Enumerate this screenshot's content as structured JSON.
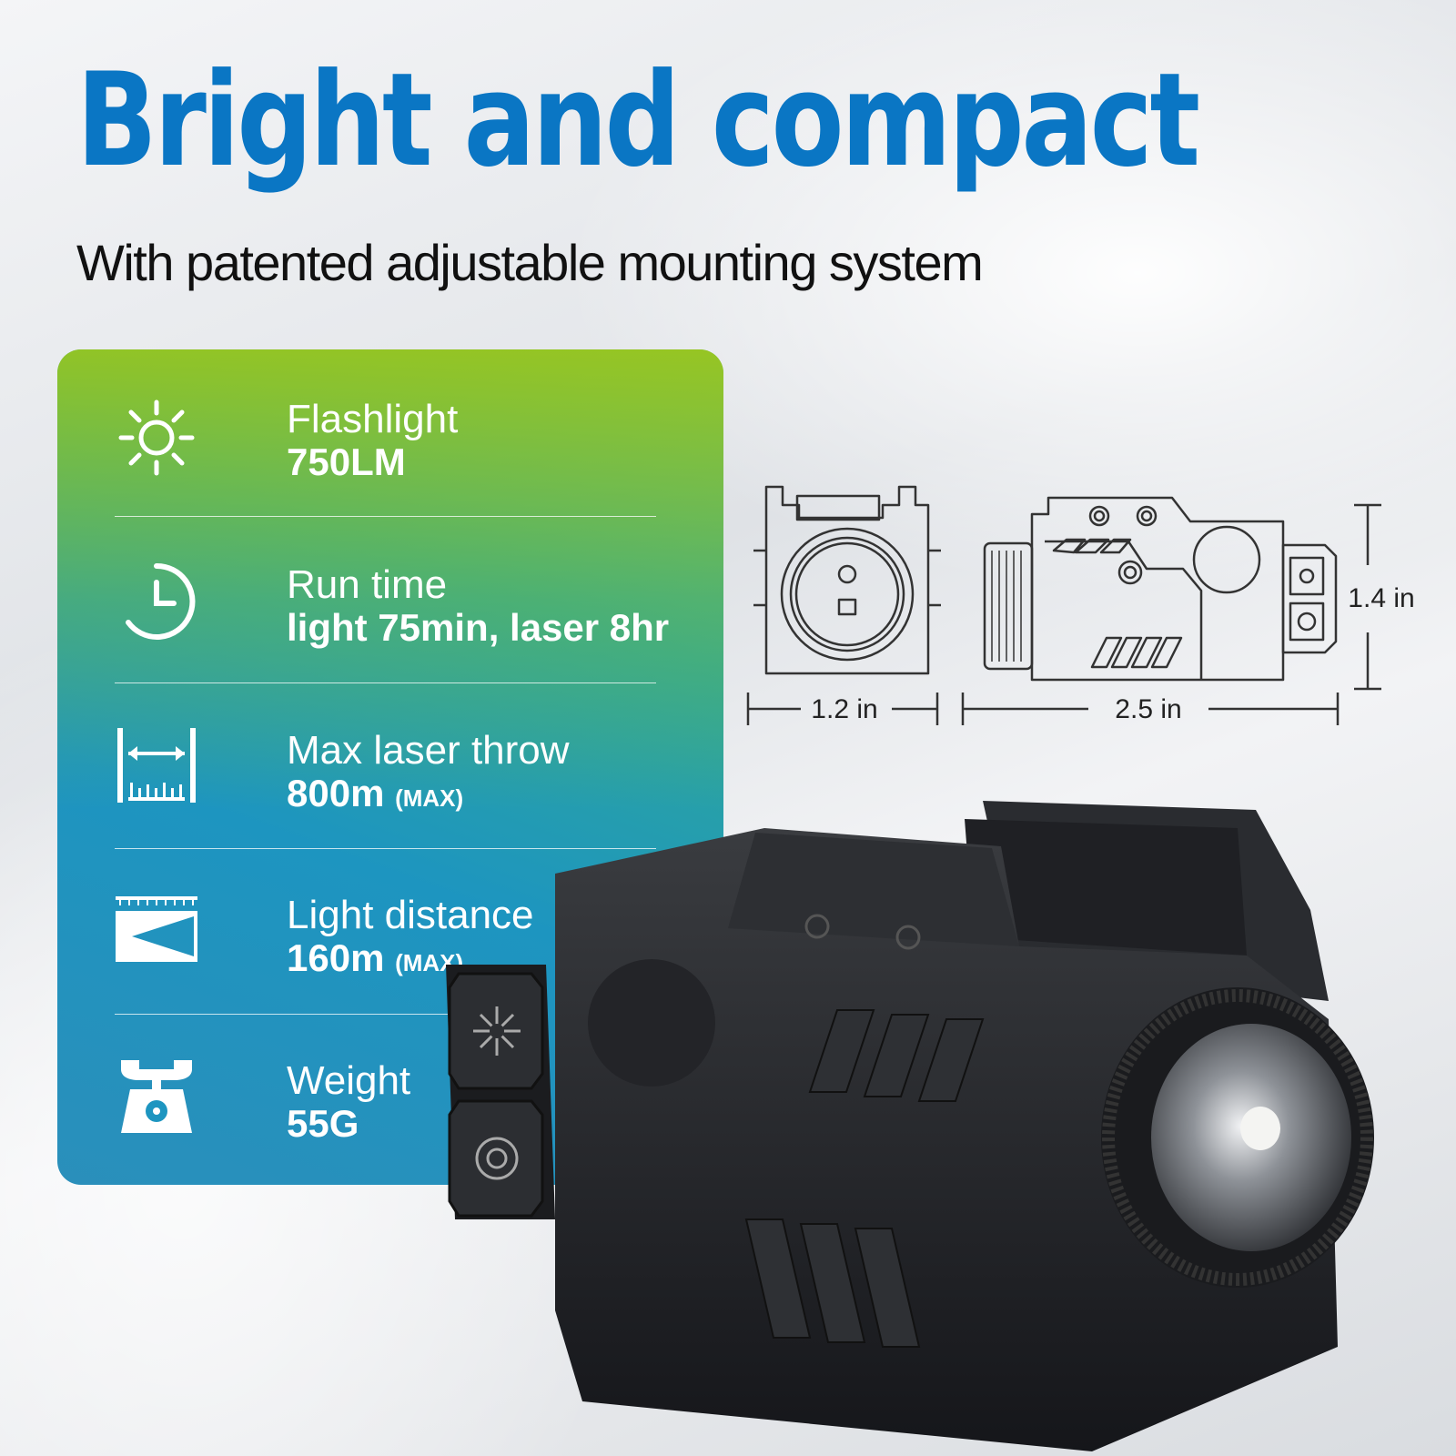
{
  "header": {
    "title": "Bright and compact",
    "subtitle": "With patented adjustable mounting system"
  },
  "specs": [
    {
      "icon": "sun-icon",
      "label": "Flashlight",
      "value": "750LM",
      "note": ""
    },
    {
      "icon": "clock-icon",
      "label": "Run time",
      "value": "light 75min, laser 8hr",
      "note": ""
    },
    {
      "icon": "ruler-icon",
      "label": "Max laser throw",
      "value": "800m",
      "note": "(MAX)"
    },
    {
      "icon": "beam-icon",
      "label": "Light distance",
      "value": "160m",
      "note": "(MAX)"
    },
    {
      "icon": "scale-icon",
      "label": "Weight",
      "value": "55G",
      "note": ""
    }
  ],
  "dimensions": {
    "width": "1.2 in",
    "length": "2.5 in",
    "height": "1.4 in"
  },
  "colors": {
    "title": "#0a76c4",
    "panel_top": "#a2c21e",
    "panel_bottom": "#1d95c0"
  }
}
